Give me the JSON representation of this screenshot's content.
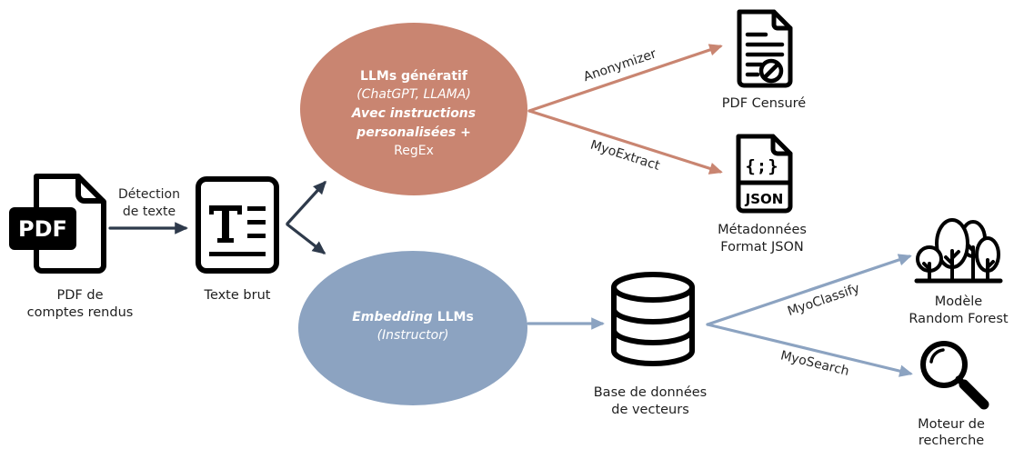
{
  "colors": {
    "background": "#ffffff",
    "flow_arrow": "#2E3A4B",
    "generative_branch": "#C98571",
    "embedding_branch": "#8CA3C1",
    "ellipse_text": "#ffffff",
    "label_text": "#1f1f1f"
  },
  "nodes": {
    "pdf_reports": {
      "icon": "pdf-file-icon",
      "icon_text": "PDF",
      "label": [
        "PDF de",
        "comptes rendus"
      ]
    },
    "raw_text": {
      "icon": "text-document-icon",
      "label": "Texte brut"
    },
    "generative_llm": {
      "lines": [
        "LLMs génératif",
        "(ChatGPT, LLAMA)",
        "Avec instructions",
        "personalisées +",
        "RegEx"
      ]
    },
    "embedding_llm": {
      "title_emphasis": "Embedding",
      "title_rest": "LLMs",
      "subtitle": "(Instructor)"
    },
    "censored_pdf": {
      "icon": "censored-document-icon",
      "label": "PDF Censuré"
    },
    "json_metadata": {
      "icon": "json-file-icon",
      "icon_symbol": "{;}",
      "icon_text": "JSON",
      "label": [
        "Métadonnées",
        "Format JSON"
      ]
    },
    "vector_database": {
      "icon": "database-icon",
      "label": [
        "Base de données",
        "de vecteurs"
      ]
    },
    "random_forest": {
      "icon": "forest-icon",
      "label": [
        "Modèle",
        "Random Forest"
      ]
    },
    "search_engine": {
      "icon": "magnifier-icon",
      "label": [
        "Moteur de",
        "recherche"
      ]
    }
  },
  "edges": {
    "text_detection": [
      "Détection",
      "de texte"
    ],
    "anonymizer": "Anonymizer",
    "myoextract": "MyoExtract",
    "myoclassify": "MyoClassify",
    "myosearch": "MyoSearch"
  }
}
